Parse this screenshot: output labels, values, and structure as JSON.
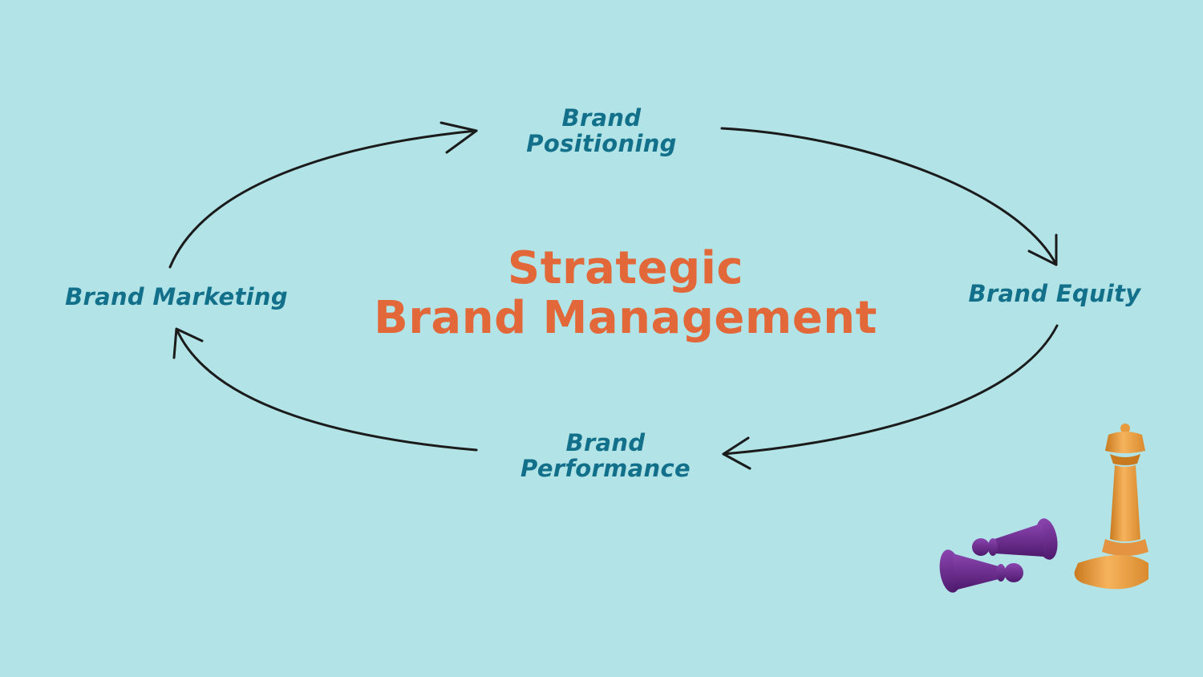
{
  "diagram": {
    "title_line1": "Strategic",
    "title_line2": "Brand Management",
    "nodes": {
      "positioning": {
        "line1": "Brand",
        "line2": "Positioning"
      },
      "equity": {
        "label": "Brand Equity"
      },
      "performance": {
        "line1": "Brand",
        "line2": "Performance"
      },
      "marketing": {
        "label": "Brand Marketing"
      }
    },
    "colors": {
      "background": "#b1e3e7",
      "title": "#e2683a",
      "node_text": "#13708a",
      "arrow": "#1b1b1b",
      "pawn": "#6a2a8c",
      "queen": "#f0a245"
    },
    "decoration": {
      "icons": [
        "fallen-pawn-icon",
        "fallen-pawn-icon",
        "queen-chess-piece-icon"
      ]
    }
  }
}
